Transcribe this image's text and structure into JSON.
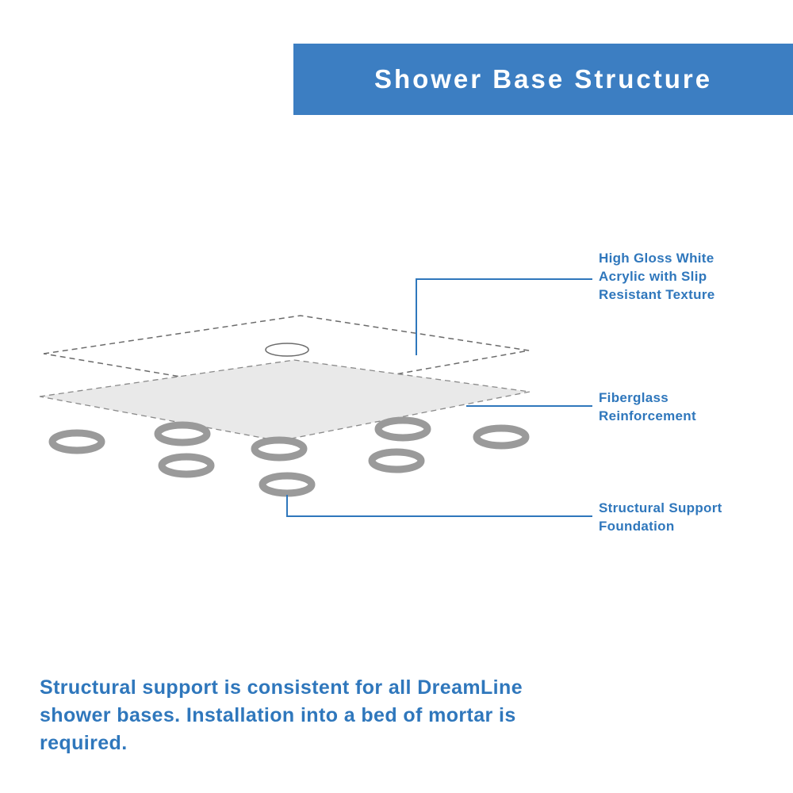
{
  "header": {
    "title": "Shower Base Structure"
  },
  "callouts": {
    "acrylic": {
      "lines": [
        "High Gloss White",
        "Acrylic with Slip",
        "Resistant Texture"
      ]
    },
    "fiberglass": {
      "lines": [
        "Fiberglass",
        "Reinforcement"
      ]
    },
    "foundation": {
      "lines": [
        "Structural Support",
        "Foundation"
      ]
    }
  },
  "footer": {
    "text": "Structural support is consistent for all DreamLine shower bases. Installation into a bed of mortar is required."
  },
  "colors": {
    "banner_blue": "#3c7ec2",
    "text_blue": "#2f77bc",
    "layer_fill_gray": "#e9e9e9",
    "outline_gray": "#6b6b6b",
    "ring_gray": "#9a9a9a"
  }
}
